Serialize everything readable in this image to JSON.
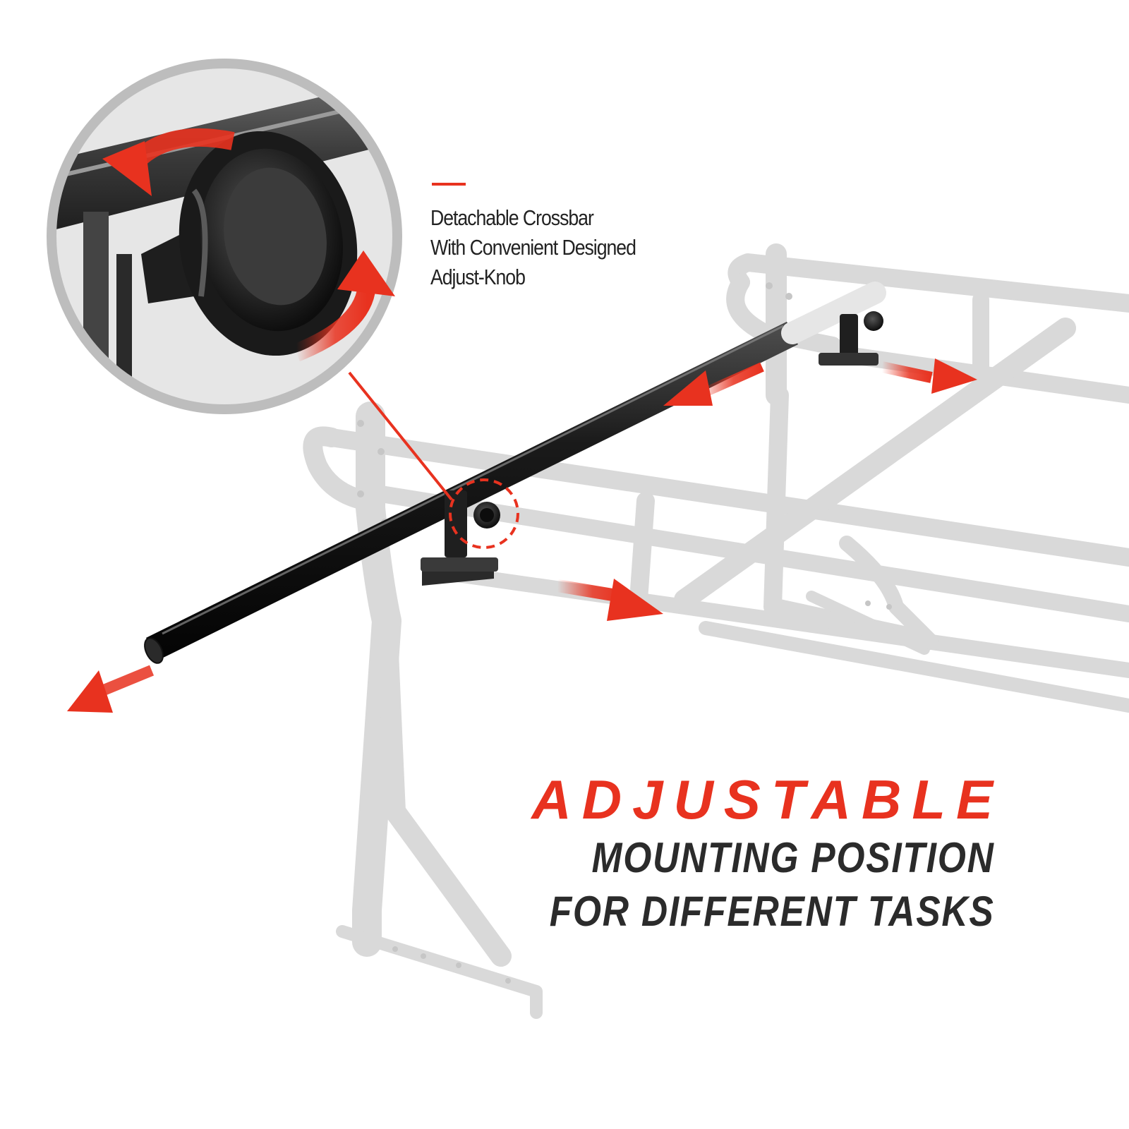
{
  "callout": {
    "lines": [
      "Detachable Crossbar",
      "With Convenient Designed",
      "Adjust-Knob"
    ]
  },
  "headline": {
    "main": "ADJUSTABLE",
    "sub_lines": [
      "MOUNTING POSITION",
      "FOR DIFFERENT TASKS"
    ]
  },
  "colors": {
    "accent": "#e8321f",
    "crossbar": "#1c1c1c",
    "rack": "#d9d9d9",
    "zoom_ring": "#b0b0b0",
    "text_dark": "#2b2b2b"
  },
  "icons": {
    "adjust_arrows": "red-curved-arrows",
    "slide_arrows": "red-direction-arrows"
  }
}
